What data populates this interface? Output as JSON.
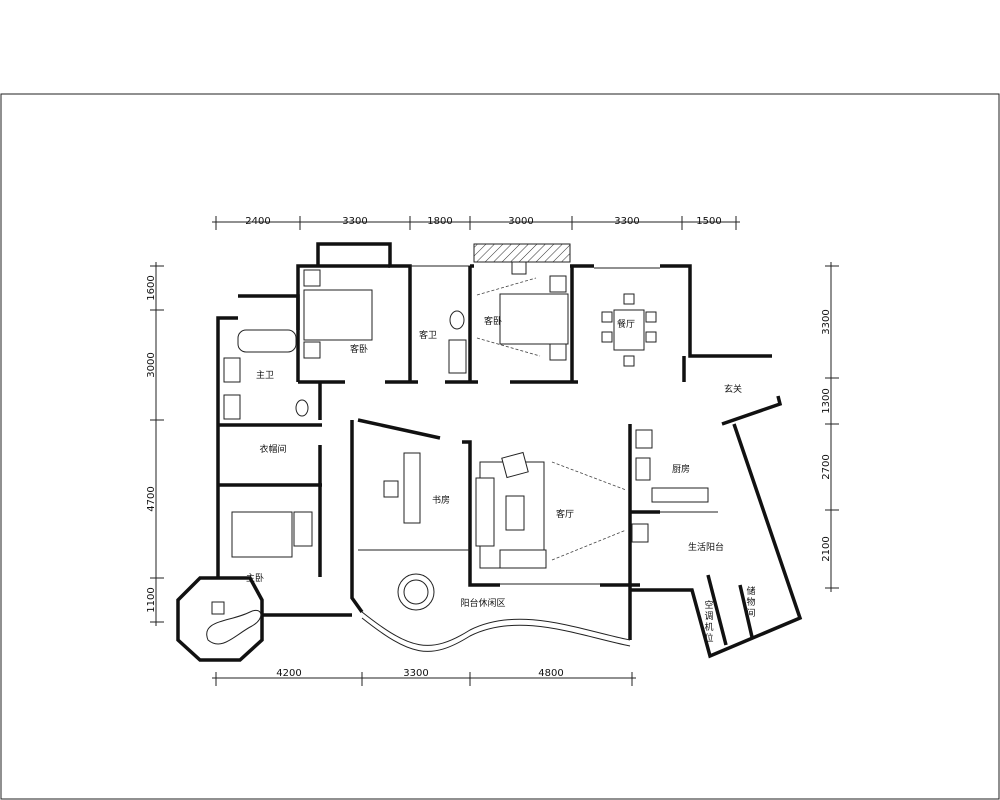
{
  "dimensions": {
    "top": [
      "2400",
      "3300",
      "1800",
      "3000",
      "3300",
      "1500"
    ],
    "bottom": [
      "4200",
      "3300",
      "4800"
    ],
    "left": [
      "1600",
      "3000",
      "4700",
      "1100"
    ],
    "right": [
      "3300",
      "1300",
      "2700",
      "2100"
    ]
  },
  "rooms": {
    "master_bath": "主卫",
    "guest_bedroom_1": "客卧",
    "guest_bath": "客卫",
    "guest_bedroom_2": "客卧",
    "dining": "餐厅",
    "foyer": "玄关",
    "closet": "衣帽间",
    "study": "书房",
    "living": "客厅",
    "kitchen": "厨房",
    "utility_balcony": "生活阳台",
    "master_bedroom": "主卧",
    "balcony_lounge": "阳台休闲区",
    "ac_unit": [
      "空",
      "调",
      "机",
      "位"
    ],
    "storage": [
      "储",
      "物",
      "间"
    ]
  }
}
